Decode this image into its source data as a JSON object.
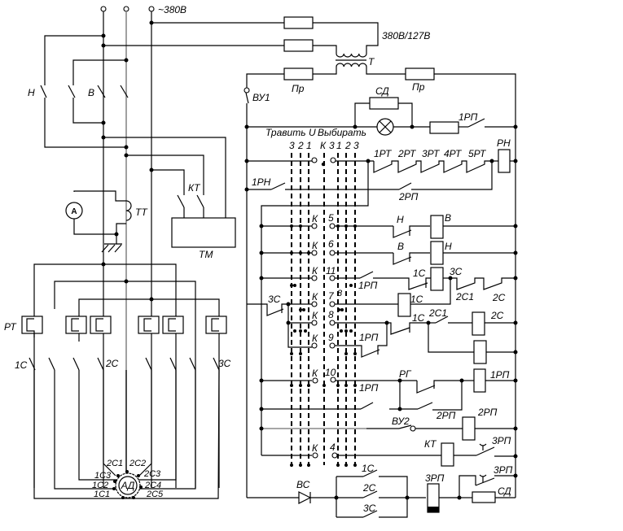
{
  "title": "Electric winch control circuit schematic",
  "supply": {
    "voltage": "380В",
    "transformer_ratio": "380В/127В",
    "transformer": "Т"
  },
  "left": {
    "switch_n": "Н",
    "switch_v": "В",
    "ammeter": "A",
    "current_transformer": "ТТ",
    "kt": "КТ",
    "tm": "ТМ",
    "thermal_relay": "РТ",
    "contactors": [
      "1С",
      "2С",
      "3С"
    ],
    "motor": "АД",
    "motor_terminals": [
      "2С1",
      "2С2",
      "1С3",
      "2С3",
      "1С2",
      "2С4",
      "1С1",
      "2С5"
    ]
  },
  "right": {
    "fuse": "Пр",
    "vu1": "ВУ1",
    "vu2": "ВУ2",
    "sd": "СД",
    "rp1": "1РП",
    "rp2": "2РП",
    "rp3": "3РП",
    "controller_header": {
      "left": "Травить",
      "mid": "U",
      "right": "Выбирать"
    },
    "controller_cols": [
      "3",
      "2",
      "1",
      "К",
      "3",
      "1",
      "2",
      "3"
    ],
    "thermal_contacts": [
      "1РТ",
      "2РТ",
      "3РТ",
      "4РТ",
      "5РТ"
    ],
    "rn": "РН",
    "rn1": "1РН",
    "k": "К",
    "positions": [
      "5",
      "6",
      "11",
      "7",
      "8",
      "9",
      "10",
      "4"
    ],
    "coil_v": "В",
    "coil_n": "Н",
    "c1": "1С",
    "c2": "2С",
    "c3": "3С",
    "c2_1": "2С1",
    "rg": "РГ",
    "kt": "КТ",
    "vs": "ВС",
    "pos8_small": "8"
  }
}
